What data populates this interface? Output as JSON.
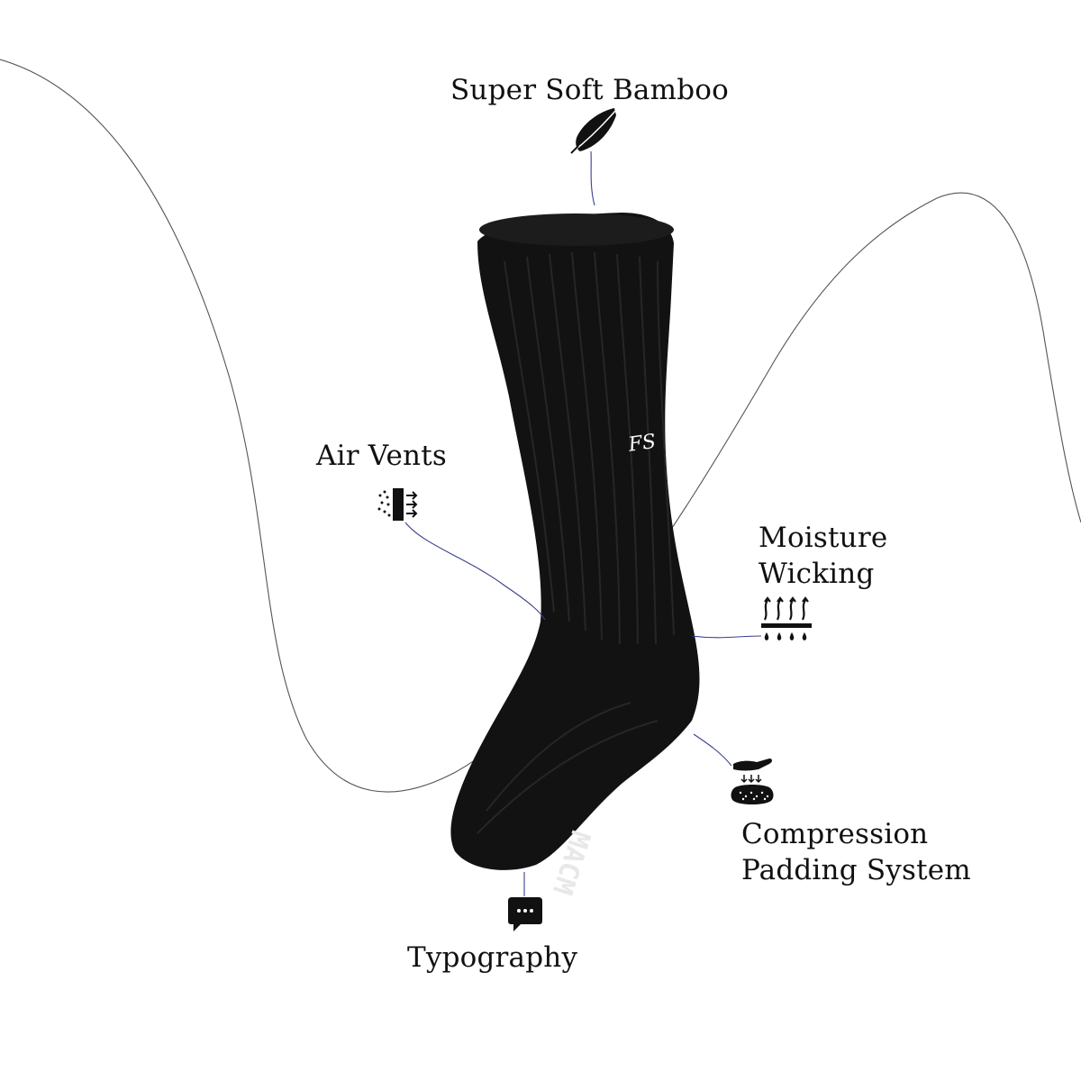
{
  "features": {
    "bamboo": {
      "label": "Super Soft Bamboo",
      "icon": "feather-icon"
    },
    "air_vents": {
      "label": "Air Vents",
      "icon": "air-vent-icon"
    },
    "moisture": {
      "lines": [
        "Moisture",
        "Wicking"
      ],
      "icon": "moisture-wicking-icon"
    },
    "compression": {
      "lines": [
        "Compression",
        "Padding System"
      ],
      "icon": "compression-padding-icon"
    },
    "typography": {
      "label": "Typography",
      "icon": "speech-bubble-icon"
    }
  },
  "product": {
    "name": "black ribbed crew sock",
    "logo_text": "FS",
    "sole_text": "MACM",
    "colors": {
      "sock": "#121212",
      "lines": "#3a3f8f",
      "text": "#111111",
      "background": "#ffffff"
    }
  }
}
